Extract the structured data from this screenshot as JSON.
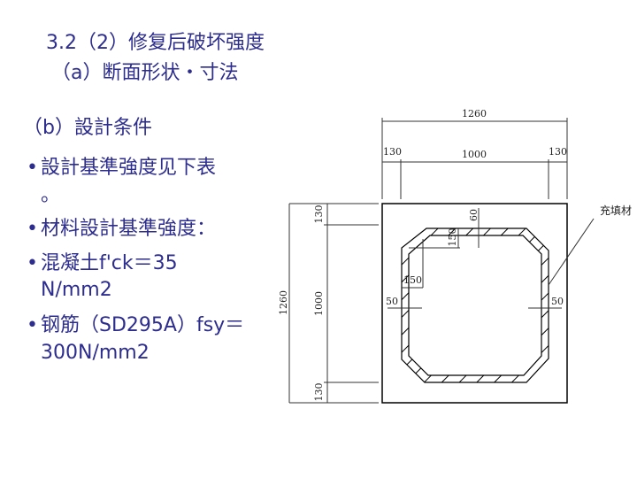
{
  "slide": {
    "title_line1": "3.2（2）修复后破坏强度",
    "title_line2": "（a）断面形状・寸法",
    "section_b": "（b）設計条件",
    "bullets": [
      {
        "line1": "設計基準強度见下表",
        "line2": "。"
      },
      {
        "line1": "材料設計基準強度：",
        "line2": ""
      },
      {
        "line1": "混凝土f'ck＝35",
        "line2": "N/mm2"
      },
      {
        "line1": "钢筋（SD295A）fsy＝",
        "line2": "300N/mm2"
      }
    ],
    "text_color": "#2d2d8f"
  },
  "drawing": {
    "dim_top_total": "1260",
    "dim_top_left": "130",
    "dim_top_mid": "1000",
    "dim_top_right": "130",
    "dim_left_total": "1260",
    "dim_left_top": "130",
    "dim_left_mid": "1000",
    "dim_left_bottom": "130",
    "dim_60": "60",
    "dim_150_v": "150",
    "dim_150_h": "150",
    "dim_50_left": "50",
    "dim_50_right": "50",
    "filler_label": "充填材"
  }
}
